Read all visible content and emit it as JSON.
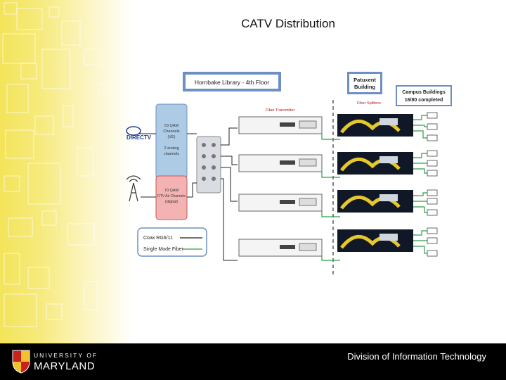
{
  "slide": {
    "title": "CATV Distribution",
    "footer": "Division of Information Technology"
  },
  "logo": {
    "line1": "UNIVERSITY OF",
    "line2": "MARYLAND",
    "colors": {
      "red": "#cc1f1f",
      "gold": "#f2c12e",
      "white": "#ffffff"
    }
  },
  "diagram": {
    "building_label": "Hornbake Library - 4th Floor",
    "patuxent_label_1": "Patuxent",
    "patuxent_label_2": "Building",
    "campus_label_1": "Campus Buildings",
    "campus_label_2": "16/80 completed",
    "fiber_transmitter": "Fiber Transmitter",
    "fiber_splitters": "Fiber Splitters",
    "directv_logo": "DIRECTV",
    "blue_box": [
      "53 QAM",
      "Channels",
      "(VE)",
      "2 analog",
      "channels"
    ],
    "red_box": [
      "70 QAM",
      "DTV Air Channels",
      "(digital)"
    ],
    "legend_coax": "Coax RG6/11",
    "legend_fiber": "Single Mode Fiber",
    "colors": {
      "coax": "#222222",
      "fiber": "#2e9e48",
      "blue_box": "#aecbe6",
      "red_box": "#f3b3b3",
      "header_blue": "#6d8fc4",
      "splitter": "#101828"
    }
  }
}
